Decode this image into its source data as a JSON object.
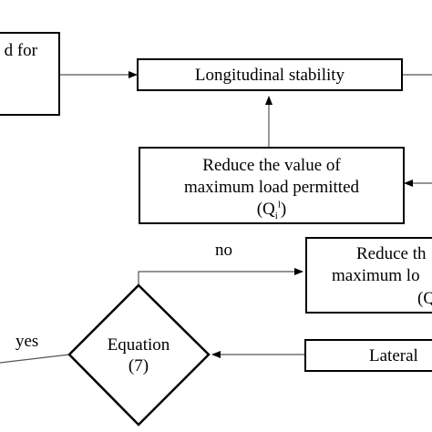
{
  "nodes": {
    "left_box": {
      "text": "d for"
    },
    "longitudinal_stability": {
      "text": "Longitudinal stability"
    },
    "reduce_max_load_upper": {
      "line1": "Reduce the value of",
      "line2": "maximum load permitted",
      "q_open": "(Q",
      "q_sub": "i",
      "q_sup": "l",
      "q_close": ")"
    },
    "reduce_max_load_right": {
      "line1": "Reduce th",
      "line2": "maximum lo",
      "line3": "(Q"
    },
    "equation_decision": {
      "line1": "Equation",
      "line2": "(7)"
    },
    "lateral_box": {
      "text": "Lateral"
    }
  },
  "edge_labels": {
    "no": "no",
    "yes": "yes"
  },
  "colors": {
    "stroke": "#000000",
    "background": "#ffffff"
  }
}
